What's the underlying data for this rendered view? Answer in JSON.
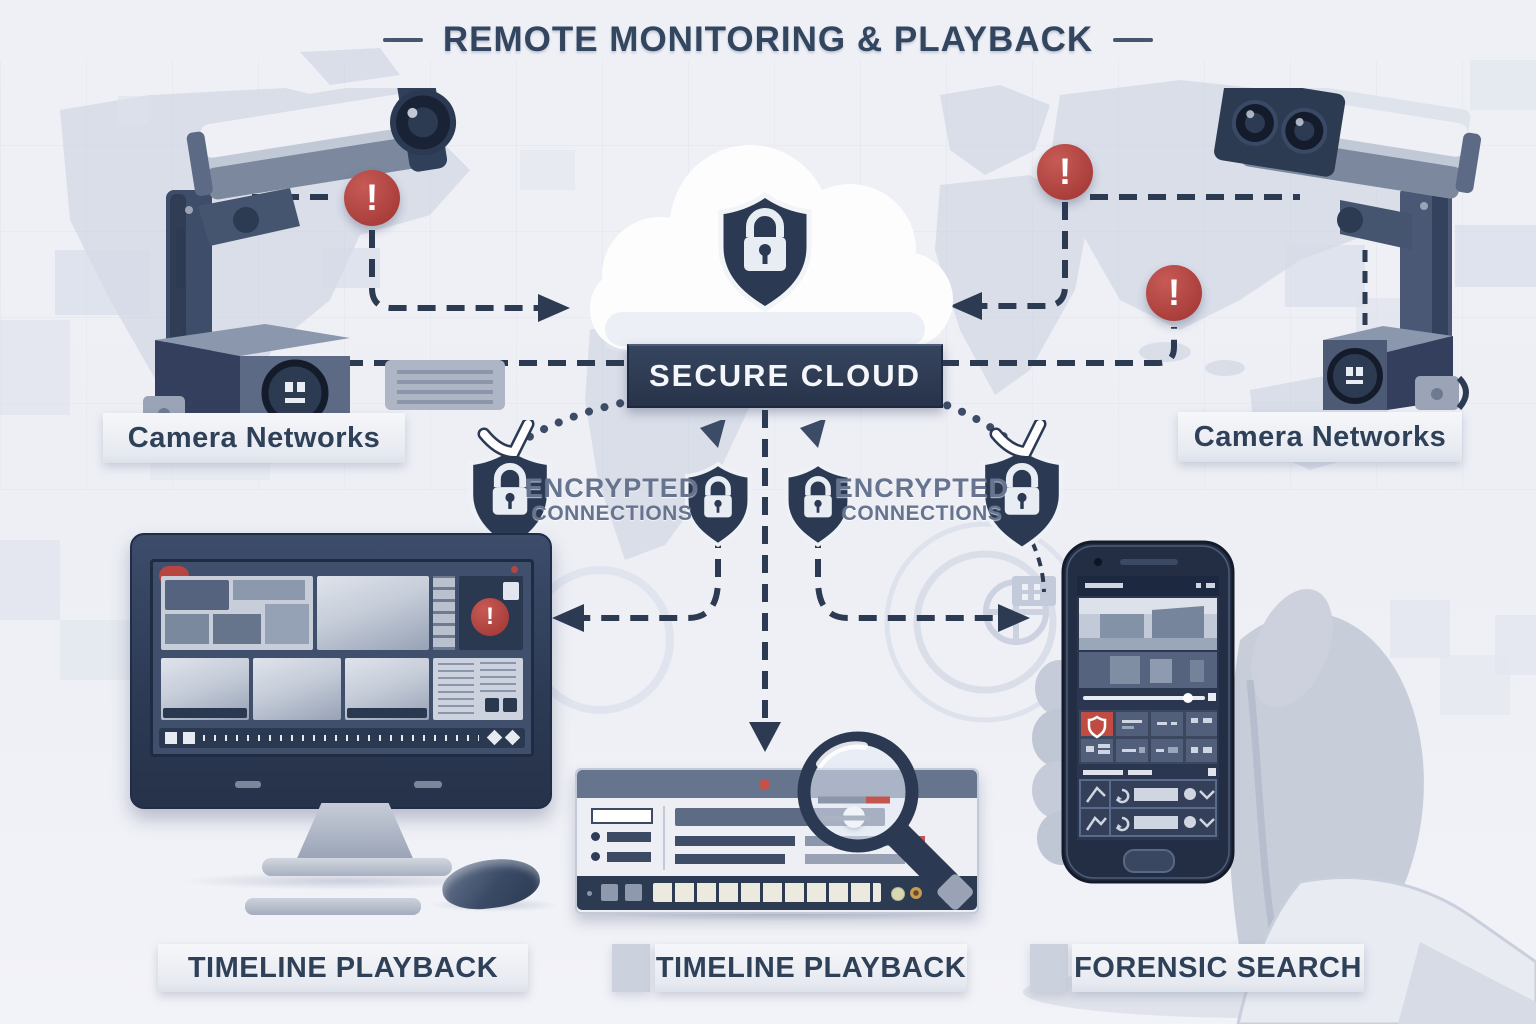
{
  "title": "REMOTE MONITORING & PLAYBACK",
  "secure_cloud": {
    "label": "SECURE CLOUD"
  },
  "camera_network_left": {
    "label": "Camera Networks"
  },
  "camera_network_right": {
    "label": "Camera Networks"
  },
  "encrypted_left": {
    "line1": "ENCRYPTED",
    "line2": "CONNECTIONS"
  },
  "encrypted_right": {
    "line1": "ENCRYPTED",
    "line2": "CONNECTIONS"
  },
  "alerts": {
    "symbol": "!"
  },
  "stations": {
    "monitor": {
      "label": "TIMELINE PLAYBACK"
    },
    "recorder": {
      "label": "TIMELINE PLAYBACK"
    },
    "phone": {
      "label": "FORENSIC SEARCH"
    }
  },
  "colors": {
    "navy": "#2c3a52",
    "red": "#b04441",
    "background": "#eef0f5",
    "map": "#c9d0df"
  }
}
